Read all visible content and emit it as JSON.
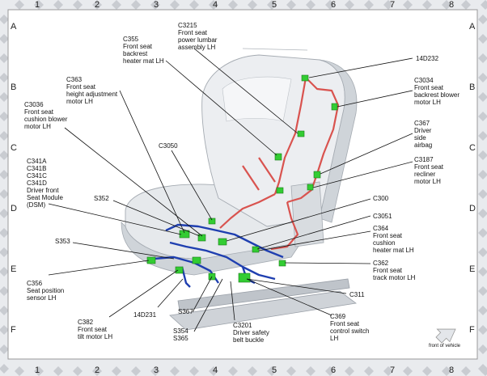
{
  "grid": {
    "columns": [
      "1",
      "2",
      "3",
      "4",
      "5",
      "6",
      "7",
      "8"
    ],
    "rows": [
      "A",
      "B",
      "C",
      "D",
      "E",
      "F"
    ]
  },
  "colors": {
    "harness_red": "#d9534f",
    "harness_blue": "#1f3fb0",
    "connector_green": "#33cc33",
    "seat_gray": "#d9dde2",
    "frame_gray": "#c8ccd2"
  },
  "labels": {
    "c355": "C355\nFront seat\nbackrest\nheater mat LH",
    "c3215": "C3215\nFront seat\npower lumbar\nassembly LH",
    "d232": "14D232",
    "c363": "C363\nFront seat\nheight adjustment\nmotor LH",
    "c3034": "C3034\nFront seat\nbackrest blower\nmotor LH",
    "c3036": "C3036\nFront seat\ncushion blower\nmotor LH",
    "c367": "C367\nDriver\nside\nairbag",
    "c3050": "C3050",
    "c341": "C341A\nC341B\nC341C\nC341D\nDriver front\nSeat Module\n(DSM)",
    "c3187": "C3187\nFront seat\nrecliner\nmotor LH",
    "s352": "S352",
    "c300": "C300",
    "c3051": "C3051",
    "c364": "C364\nFront seat\ncushion\nheater mat LH",
    "s353": "S353",
    "c362": "C362\nFront seat\ntrack motor LH",
    "c356": "C356\nSeat position\nsensor LH",
    "c311": "C311",
    "d231": "14D231",
    "c382": "C382\nFront seat\ntilt motor LH",
    "s367": "S367",
    "s354": "S354\nS365",
    "c3201": "C3201\nDriver safety\nbelt buckle",
    "c369": "C369\nFront seat\ncontrol switch\nLH",
    "front_of_vehicle": "front of vehicle"
  }
}
